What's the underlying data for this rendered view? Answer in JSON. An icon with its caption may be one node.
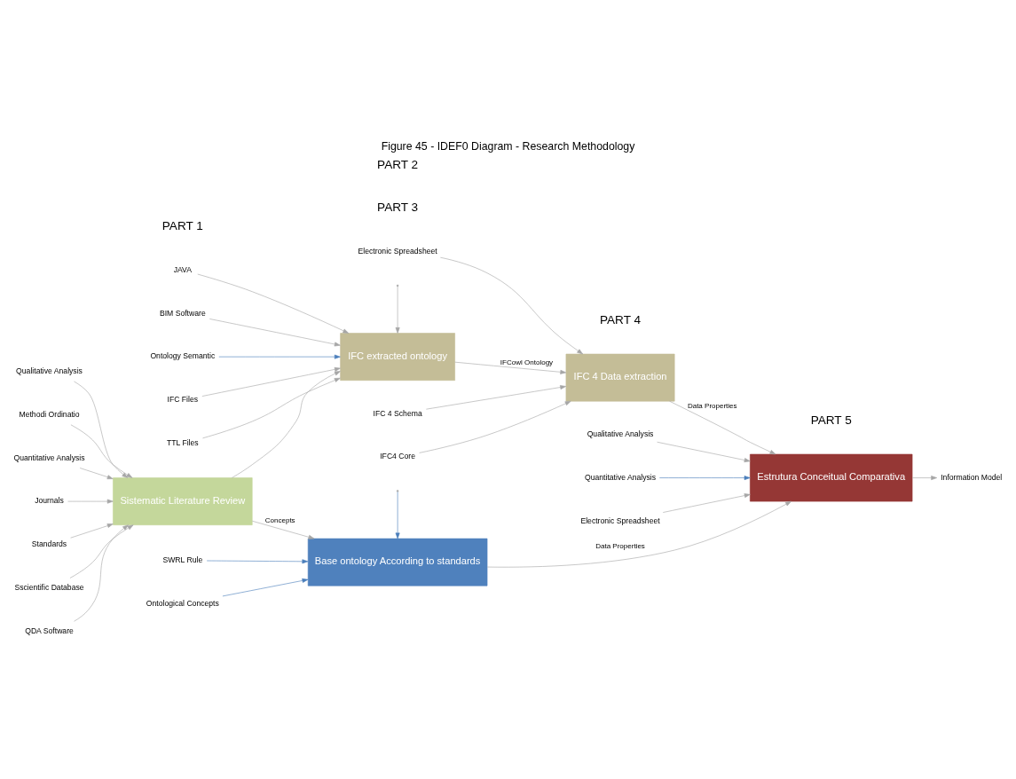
{
  "diagram": {
    "title": "Figure 45 - IDEF0 Diagram - Research Methodology",
    "nodes": [
      {
        "text": [
          "Sistematic Literature Review"
        ]
      },
      {
        "text": [
          "Base ontology According to standards"
        ]
      },
      {
        "text": [
          "Estrutura Conceitual Comparativa"
        ]
      },
      {
        "text": [
          "IFC extracted ontology"
        ]
      },
      {
        "text": [
          "IFC 4 Data extraction"
        ]
      },
      {
        "text": [
          "Qualitative Analysis"
        ]
      },
      {
        "text": [
          "Methodi Ordinatio"
        ]
      },
      {
        "text": [
          "Quantitative Analysis"
        ]
      },
      {
        "text": [
          "Journals"
        ]
      },
      {
        "text": [
          "Standards"
        ]
      },
      {
        "text": [
          "Sscientific Database"
        ]
      },
      {
        "text": [
          "QDA Software"
        ]
      },
      {
        "text": [
          "Ontological Concepts"
        ]
      },
      {
        "text": [
          "SWRL Rule"
        ]
      },
      {
        "text": [
          "Qualitative Analysis"
        ]
      },
      {
        "text": [
          "Quantitative Analysis"
        ]
      },
      {
        "text": [
          "Electronic Spreadsheet"
        ]
      },
      {
        "text": [
          "Information Model"
        ]
      },
      {
        "text": [
          "Ontology Semantic"
        ]
      },
      {
        "text": [
          "IFC Files"
        ]
      },
      {
        "text": [
          "TTL Files"
        ]
      },
      {
        "text": [
          "JAVA"
        ]
      },
      {
        "text": [
          "BIM Software"
        ]
      },
      {
        "text": [
          "IFC 4 Schema"
        ]
      },
      {
        "text": [
          "IFC4 Core"
        ]
      },
      {
        "text": [
          "Electronic Spreadsheet"
        ]
      }
    ],
    "edges": [
      {
        "from": 5,
        "to": 0,
        "arrow": "to"
      },
      {
        "from": 6,
        "to": 0,
        "arrow": "to"
      },
      {
        "from": 7,
        "to": 0,
        "arrow": "to"
      },
      {
        "from": 8,
        "to": 0,
        "arrow": "to"
      },
      {
        "from": 9,
        "to": 0,
        "arrow": "to"
      },
      {
        "from": 10,
        "to": 0,
        "arrow": "to"
      },
      {
        "from": 11,
        "to": 0,
        "arrow": "to"
      },
      {
        "from": 0,
        "to": 1,
        "arrow": "to",
        "label": "Concepts"
      },
      {
        "from": 0,
        "to": 3,
        "arrow": "to"
      },
      {
        "from": 12,
        "to": 1,
        "arrow": "to",
        "color": "#4a7ebb"
      },
      {
        "from": 13,
        "to": 1,
        "arrow": "to",
        "color": "#4a7ebb"
      },
      {
        "from": null,
        "to": 1,
        "arrow": "to",
        "color": "#4a7ebb"
      },
      {
        "from": 1,
        "to": 2,
        "arrow": "to",
        "label": "Data Properties"
      },
      {
        "from": 14,
        "to": 2,
        "arrow": "to"
      },
      {
        "from": 15,
        "to": 2,
        "arrow": "to",
        "color": "#4a7ebb"
      },
      {
        "from": 16,
        "to": 2,
        "arrow": "to"
      },
      {
        "from": 2,
        "to": 17,
        "arrow": "to"
      },
      {
        "from": 18,
        "to": 3,
        "arrow": "to",
        "color": "#4a7ebb"
      },
      {
        "from": 19,
        "to": 3,
        "arrow": "to"
      },
      {
        "from": 20,
        "to": 3,
        "arrow": "to"
      },
      {
        "from": null,
        "to": 3,
        "arrow": "to"
      },
      {
        "from": 21,
        "to": 3,
        "arrow": "to"
      },
      {
        "from": 22,
        "to": 3,
        "arrow": "to"
      },
      {
        "from": 3,
        "to": 4,
        "arrow": "to",
        "label": "IFCowl Ontology"
      },
      {
        "from": 23,
        "to": 4,
        "arrow": "to"
      },
      {
        "from": 24,
        "to": 4,
        "arrow": "to"
      },
      {
        "from": 25,
        "to": 4,
        "arrow": "to"
      },
      {
        "from": 4,
        "to": 2,
        "arrow": "to",
        "label": "Data Properties"
      }
    ],
    "labels": [
      "PART 1",
      "PART 3",
      "PART 5",
      "PART 2",
      "PART 4"
    ]
  }
}
